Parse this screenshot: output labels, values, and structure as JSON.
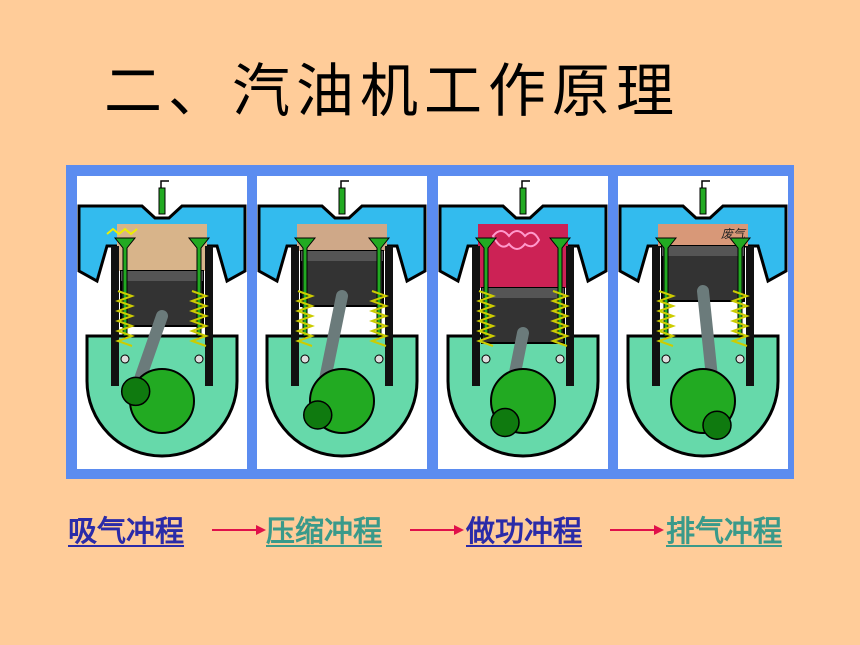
{
  "title": "二、汽油机工作原理",
  "strokes": [
    {
      "label": "吸气冲程",
      "color": "#2B2BA8"
    },
    {
      "label": "压缩冲程",
      "color": "#3A9A8A"
    },
    {
      "label": "做功冲程",
      "color": "#2B2BA8"
    },
    {
      "label": "排气冲程",
      "color": "#3A9A8A"
    }
  ],
  "stage_annotation": "废气",
  "colors": {
    "background": "#FFCC99",
    "panel": "#5B8CF0",
    "crankcase": "#66D9AA",
    "head": "#33BBEE",
    "piston": "#333333",
    "valve": "#22AA22",
    "arrow": "#E0104A",
    "combustion": "#CC2255"
  }
}
